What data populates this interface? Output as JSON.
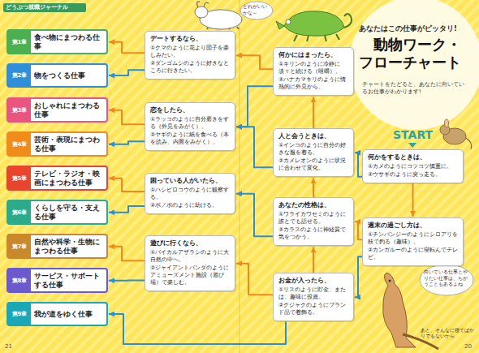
{
  "diagram": {
    "title": "動物ワーク・フローチャート",
    "nodes": [
      {
        "text": [
          "第1章",
          "食べ物にまつわる仕事"
        ]
      },
      {
        "text": [
          "第2章",
          "物をつくる仕事"
        ]
      },
      {
        "text": [
          "第3章",
          "おしゃれにまつわる仕事"
        ]
      },
      {
        "text": [
          "第4章",
          "芸術・表現にまつわる仕事"
        ]
      },
      {
        "text": [
          "第5章",
          "テレビ・ラジオ・映画にまつわる仕事"
        ]
      },
      {
        "text": [
          "第6章",
          "くらしを守る・支える仕事"
        ]
      },
      {
        "text": [
          "第7章",
          "自然や科学・生物にまつわる仕事"
        ]
      },
      {
        "text": [
          "第8章",
          "サービス・サポートする仕事"
        ]
      },
      {
        "text": [
          "第9章",
          "我が道をゆく仕事"
        ]
      },
      {
        "text": [
          "デートするなら、",
          "①クマのように花より団子を楽しみたい。",
          "②ダンゴムシのように好きなところに行きたい。"
        ]
      },
      {
        "text": [
          "恋をしたら、",
          "①ラッコのように自分磨きをする（外見をみがく）。",
          "②ヤギのように紙を食べる（本を読み、内面をみがく）。"
        ]
      },
      {
        "text": [
          "困っている人がいたら、",
          "①ハシビロコウのように観察する。",
          "②ボノボのように助ける。"
        ]
      },
      {
        "text": [
          "遊びに行くなら、",
          "①バイカルアザラシのように大自然の中へ。",
          "②ジャイアントパンダのようにアミューズメント施設（遊び場）で楽しむ。"
        ]
      },
      {
        "text": [
          "何かにはまったら、",
          "①キリンのように冷静に淡々と続ける（咀嚼）。",
          "②ハナカマキリのように情熱的に外見から。"
        ]
      },
      {
        "text": [
          "人と会うときは、",
          "①インコのように自分の好きな服を着る。",
          "②カメレオンのように状況に合わせて変化。"
        ]
      },
      {
        "text": [
          "あなたの性格は、",
          "①ワライカワセミのように誰とでも話せる。",
          "②カラスのように神経質で気をつかう。"
        ]
      },
      {
        "text": [
          "お金が入ったら、",
          "①リスのように貯金、または、趣味に投資。",
          "②クジャクのようにブランド品で着飾る。"
        ]
      },
      {
        "text": [
          "何かをするときは、",
          "①カメのようにコツコツ慎重に。",
          "②ウサギのように突っ走る。"
        ]
      },
      {
        "text": [
          "週末の過ごし方は、",
          "①チンパンジーのようにシロアリを枝で釣る（趣味）。",
          "②カンガルーのように寝転んでテレビ。"
        ]
      }
    ],
    "edges": [
      {
        "from": 17,
        "to": 18,
        "arrow": "to"
      },
      {
        "from": 17,
        "to": 14,
        "arrow": "to"
      },
      {
        "from": 18,
        "to": 15,
        "arrow": "to"
      },
      {
        "from": 18,
        "to": 16,
        "arrow": "to"
      },
      {
        "from": 14,
        "to": 13,
        "arrow": "to"
      },
      {
        "from": 14,
        "to": 10,
        "arrow": "to"
      },
      {
        "from": 15,
        "to": 14,
        "arrow": "to"
      },
      {
        "from": 15,
        "to": 11,
        "arrow": "to"
      },
      {
        "from": 16,
        "to": 15,
        "arrow": "to"
      },
      {
        "from": 16,
        "to": 12,
        "arrow": "to"
      },
      {
        "from": 16,
        "to": 8,
        "arrow": "to"
      },
      {
        "from": 13,
        "to": 9,
        "arrow": "to"
      },
      {
        "from": 13,
        "to": 10,
        "arrow": "to"
      },
      {
        "from": 9,
        "to": 0,
        "arrow": "to"
      },
      {
        "from": 9,
        "to": 1,
        "arrow": "to"
      },
      {
        "from": 10,
        "to": 2,
        "arrow": "to"
      },
      {
        "from": 10,
        "to": 3,
        "arrow": "to"
      },
      {
        "from": 11,
        "to": 4,
        "arrow": "to"
      },
      {
        "from": 11,
        "to": 5,
        "arrow": "to"
      },
      {
        "from": 12,
        "to": 6,
        "arrow": "to"
      },
      {
        "from": 12,
        "to": 7,
        "arrow": "to"
      }
    ],
    "labels": [
      "どうぶつ就職ジャーナル",
      "あなたはこの仕事がピッタリ!",
      "チャートをたどると、あなたに向いているお仕事がわかります!",
      "START",
      "どれがいいかな～",
      "向いている仕事とやりたい仕事は、ちがうこともあるよね",
      "あと、そんなに寝てばかりでもないから",
      "21",
      "20"
    ]
  }
}
